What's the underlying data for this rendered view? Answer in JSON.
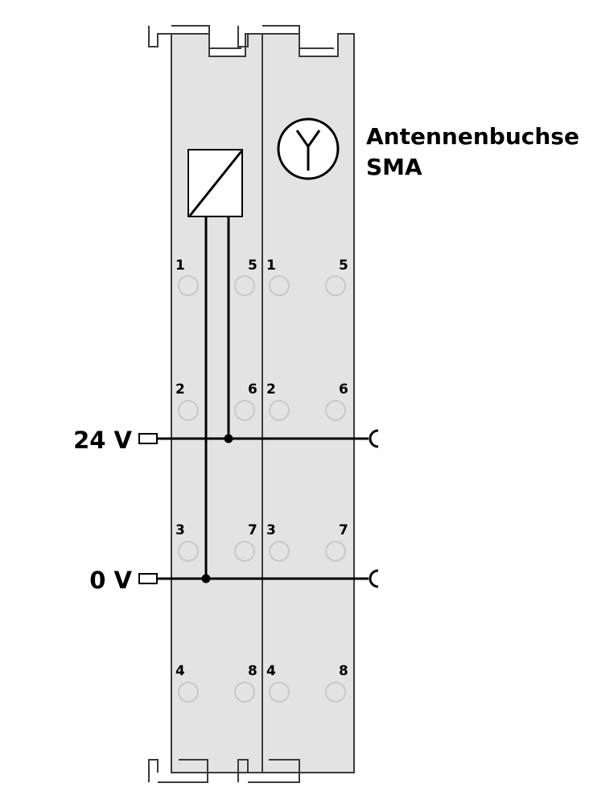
{
  "labels": {
    "antenna_line1": "Antennenbuchse",
    "antenna_line2": "SMA",
    "supply_24v": "24 V",
    "supply_0v": "0 V"
  },
  "terminals": {
    "left_module": {
      "t1": "1",
      "t2": "2",
      "t3": "3",
      "t4": "4",
      "t5": "5",
      "t6": "6",
      "t7": "7",
      "t8": "8"
    },
    "right_module": {
      "t1": "1",
      "t2": "2",
      "t3": "3",
      "t4": "4",
      "t5": "5",
      "t6": "6",
      "t7": "7",
      "t8": "8"
    }
  },
  "icons": {
    "antenna": "antenna-icon",
    "power_supply": "dc-converter-icon"
  },
  "colors": {
    "module_fill": "#e3e3e3",
    "line": "#000000",
    "contact_circle": "#c8c8c8"
  }
}
